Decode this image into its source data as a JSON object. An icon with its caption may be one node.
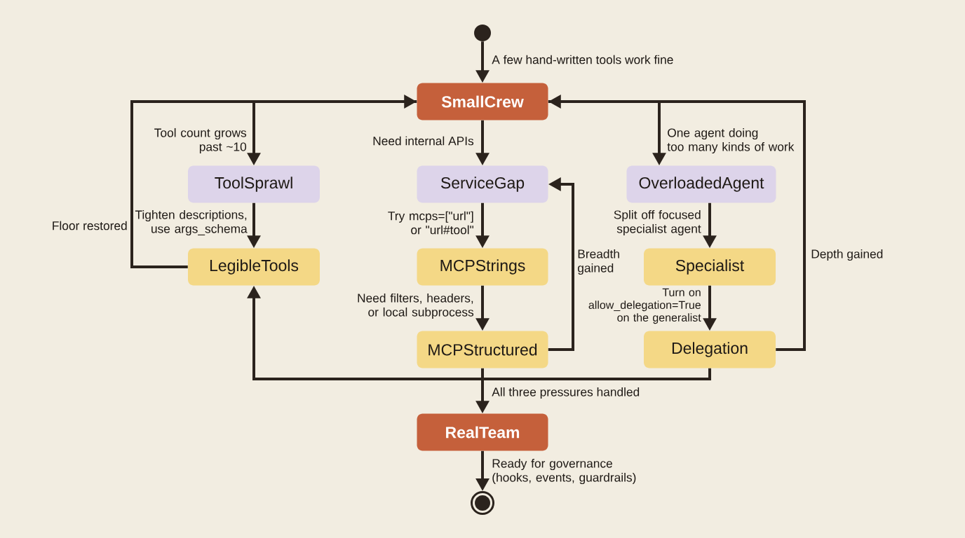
{
  "diagram": {
    "nodes": [
      {
        "text": [],
        "shape": "circle"
      },
      {
        "text": [
          "SmallCrew"
        ]
      },
      {
        "text": [
          "ToolSprawl"
        ]
      },
      {
        "text": [
          "ServiceGap"
        ]
      },
      {
        "text": [
          "OverloadedAgent"
        ]
      },
      {
        "text": [
          "LegibleTools"
        ]
      },
      {
        "text": [
          "MCPStrings"
        ]
      },
      {
        "text": [
          "Specialist"
        ]
      },
      {
        "text": [
          "MCPStructured"
        ]
      },
      {
        "text": [
          "Delegation"
        ]
      },
      {
        "text": [
          "RealTeam"
        ]
      },
      {
        "text": [],
        "shape": "circle"
      }
    ],
    "edges": [
      {
        "from": 0,
        "to": 1,
        "arrow": "to",
        "label": "A few hand-written tools work fine"
      },
      {
        "from": 1,
        "to": 2,
        "arrow": "to",
        "label": "Tool count grows past ~10"
      },
      {
        "from": 1,
        "to": 3,
        "arrow": "to",
        "label": "Need internal APIs"
      },
      {
        "from": 1,
        "to": 4,
        "arrow": "to",
        "label": "One agent doing too many kinds of work"
      },
      {
        "from": 2,
        "to": 5,
        "arrow": "to",
        "label": "Tighten descriptions, use args_schema"
      },
      {
        "from": 5,
        "to": 1,
        "arrow": "to",
        "label": "Floor restored"
      },
      {
        "from": 3,
        "to": 6,
        "arrow": "to",
        "label": "Try mcps=[\"url\"] or \"url#tool\""
      },
      {
        "from": 6,
        "to": 8,
        "arrow": "to",
        "label": "Need filters, headers, or local subprocess"
      },
      {
        "from": 8,
        "to": 3,
        "arrow": "to",
        "label": "Breadth gained"
      },
      {
        "from": 4,
        "to": 7,
        "arrow": "to",
        "label": "Split off focused specialist agent"
      },
      {
        "from": 7,
        "to": 9,
        "arrow": "to",
        "label": "Turn on allow_delegation=True on the generalist"
      },
      {
        "from": 9,
        "to": 1,
        "arrow": "to",
        "label": "Depth gained"
      },
      {
        "from": 8,
        "to": 10,
        "arrow": "to",
        "label": "All three pressures handled"
      },
      {
        "from": 9,
        "to": 10,
        "arrow": "to"
      },
      {
        "from": 8,
        "to": 5,
        "arrow": "to"
      },
      {
        "from": 9,
        "to": 5,
        "arrow": "to"
      },
      {
        "from": 10,
        "to": 11,
        "arrow": "to",
        "label": "Ready for governance (hooks, events, guardrails)"
      }
    ]
  }
}
